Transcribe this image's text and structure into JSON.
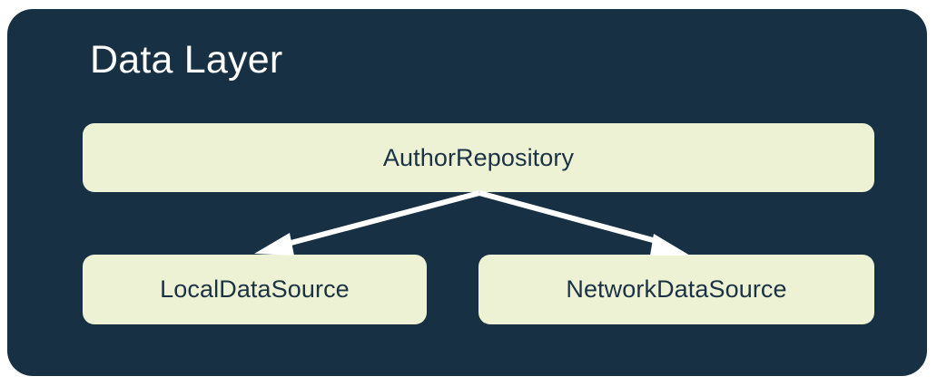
{
  "diagram": {
    "title": "Data Layer",
    "type": "architecture-layer-diagram",
    "colors": {
      "container_background": "#173044",
      "node_background": "#eef2d4",
      "node_text": "#1a3244",
      "title_text": "#ffffff",
      "arrow": "#ffffff",
      "page_background": "#ffffff"
    },
    "nodes": {
      "repository": {
        "label": "AuthorRepository",
        "role": "repository"
      },
      "local_source": {
        "label": "LocalDataSource",
        "role": "data-source"
      },
      "network_source": {
        "label": "NetworkDataSource",
        "role": "data-source"
      }
    },
    "edges": [
      {
        "from": "AuthorRepository",
        "to": "LocalDataSource",
        "style": "solid-arrow",
        "direction": "down-left"
      },
      {
        "from": "AuthorRepository",
        "to": "NetworkDataSource",
        "style": "solid-arrow",
        "direction": "down-right"
      }
    ]
  }
}
